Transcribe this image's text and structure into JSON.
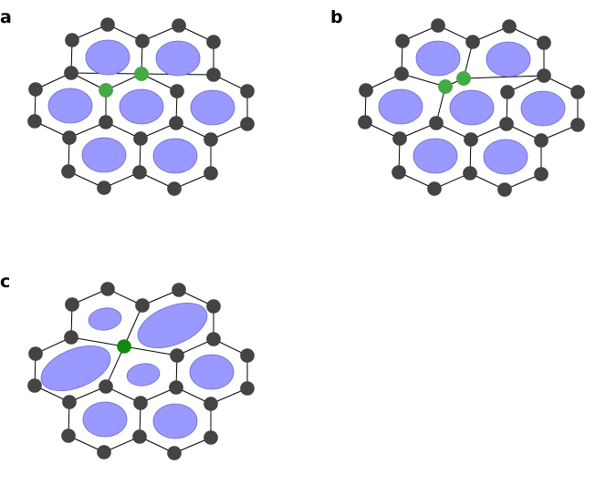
{
  "panels": [
    {
      "label": "a",
      "description_colors": {
        "atom": "#444444",
        "dopant": "#44aa44",
        "orbital": "#9999ff"
      }
    },
    {
      "label": "b",
      "description_colors": {
        "atom": "#444444",
        "dopant": "#44aa44",
        "orbital": "#9999ff"
      }
    },
    {
      "label": "c",
      "description_colors": {
        "atom": "#444444",
        "dopant": "#118811",
        "orbital": "#9999ff"
      }
    }
  ],
  "colors": {
    "atom": "#444444",
    "dopant_light": "#44aa44",
    "dopant_dark": "#118811",
    "orbital": "#9999ff",
    "bond": "#000000"
  }
}
